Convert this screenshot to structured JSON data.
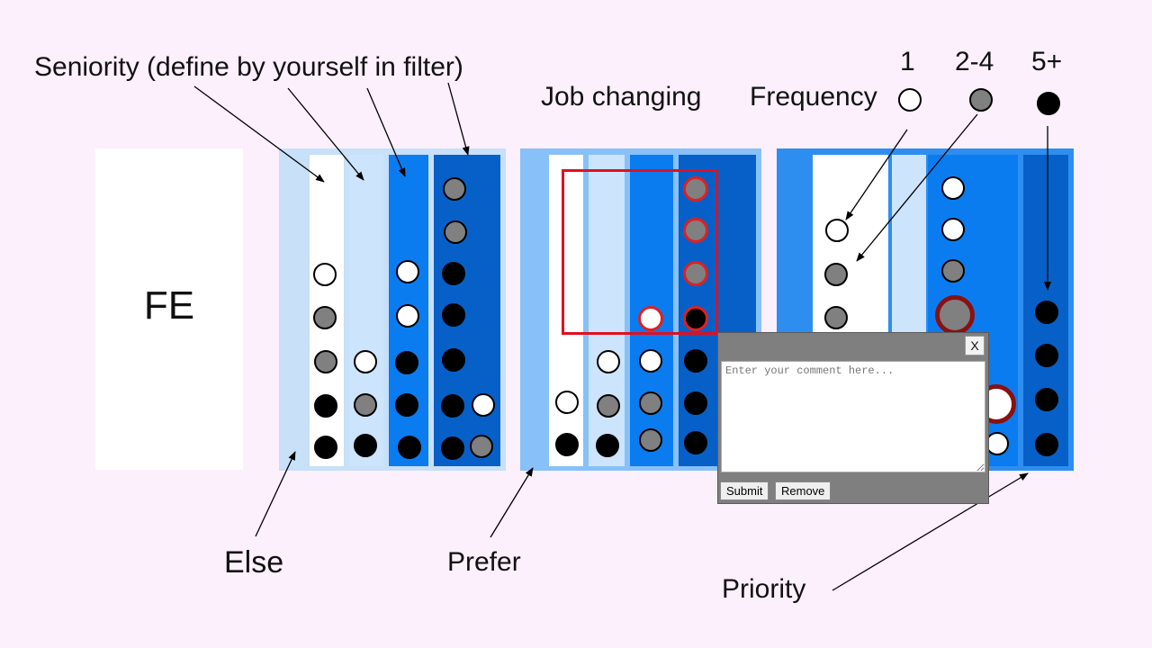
{
  "labels": {
    "seniority": "Seniority (define by yourself in filter)",
    "job_changing": "Job  changing",
    "frequency": "Frequency",
    "else": "Else",
    "prefer": "Prefer",
    "priority": "Priority",
    "fe": "FE"
  },
  "legend": [
    {
      "label": "1",
      "level": "1"
    },
    {
      "label": "2-4",
      "level": "2-4"
    },
    {
      "label": "5+",
      "level": "5+"
    }
  ],
  "colors": {
    "background": "#fcf0fc",
    "group_else_bg": "#c8e0f8",
    "group_prefer_bg": "#88c0f8",
    "group_priority_bg": "#2e8ef0",
    "col_white": "#ffffff",
    "col_light": "#cce4fc",
    "col_mid": "#0a7cf0",
    "col_dark": "#0660c8",
    "freq_1": "#ffffff",
    "freq_2_4": "#808080",
    "freq_5_plus": "#000000",
    "highlight": "#e01020"
  },
  "comment_box": {
    "placeholder": "Enter your comment here...",
    "value": "",
    "close_label": "X",
    "submit_label": "Submit",
    "remove_label": "Remove"
  }
}
